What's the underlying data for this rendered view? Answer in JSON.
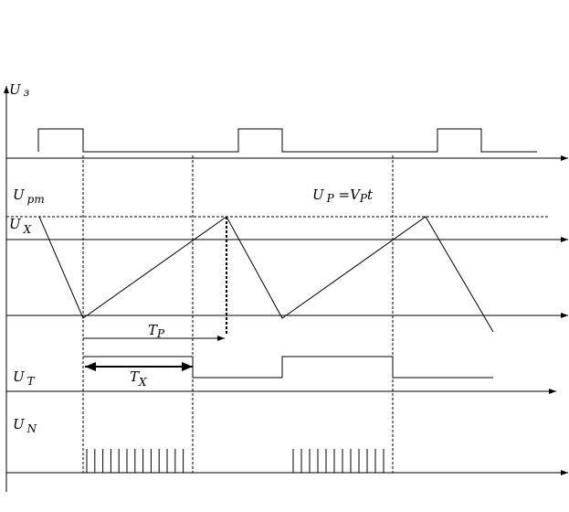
{
  "labels": {
    "u3": {
      "main": "U",
      "sub": "з"
    },
    "upm": {
      "main": "U",
      "sub": "pm"
    },
    "ux": {
      "main": "U",
      "sub": "X"
    },
    "up_formula": {
      "main": "U",
      "sub": "P",
      "rest": " =V",
      "rest_sub": "P",
      "tail": "t"
    },
    "tp": {
      "main": "T",
      "sub": "P"
    },
    "tx": {
      "main": "T",
      "sub": "X"
    },
    "ut": {
      "main": "U",
      "sub": "T"
    },
    "un": {
      "main": "U",
      "sub": "N"
    }
  }
}
